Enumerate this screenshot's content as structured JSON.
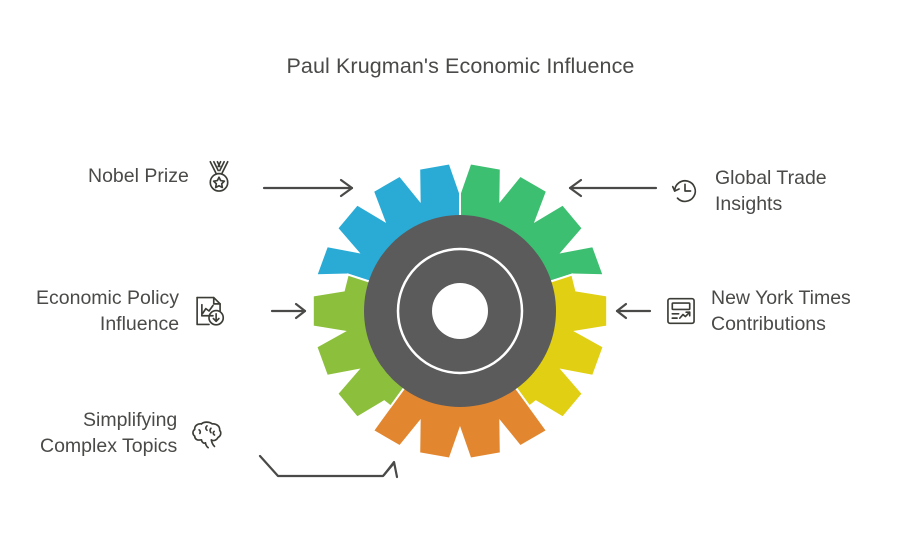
{
  "title": "Paul Krugman's Economic Influence",
  "theme": {
    "background": "#ffffff",
    "text_color": "#4a4a48",
    "arrow_color": "#4a4a48",
    "icon_color": "#3d3d37",
    "hub_color": "#5b5b5b",
    "hub_ring_color": "#ffffff",
    "hub_hole_color": "#ffffff"
  },
  "gear": {
    "type": "segmented-gear",
    "segments": [
      {
        "id": "blue",
        "color": "#29abd6",
        "label_ref": "Nobel Prize",
        "position": "top-left"
      },
      {
        "id": "green",
        "color": "#3cbf70",
        "label_ref": "Global Trade Insights",
        "position": "top-right"
      },
      {
        "id": "yellow",
        "color": "#e0cf12",
        "label_ref": "New York Times Contributions",
        "position": "right"
      },
      {
        "id": "orange",
        "color": "#e28730",
        "label_ref": "Simplifying Complex Topics",
        "position": "bottom"
      },
      {
        "id": "light-green",
        "color": "#8cc03c",
        "label_ref": "Economic Policy Influence",
        "position": "left"
      }
    ],
    "teeth_count": 18
  },
  "labels": {
    "nobel": {
      "text": "Nobel Prize",
      "icon": "medal-icon",
      "side": "left",
      "arrow": "arrow-right"
    },
    "policy": {
      "text": "Economic Policy\nInfluence",
      "icon": "document-chart-download-icon",
      "side": "left",
      "arrow": "arrow-right-short"
    },
    "simplify": {
      "text": "Simplifying\nComplex Topics",
      "icon": "brain-icon",
      "side": "left",
      "arrow": "arrow-elbow-up"
    },
    "trade": {
      "text": "Global Trade\nInsights",
      "icon": "clock-history-icon",
      "side": "right",
      "arrow": "arrow-left"
    },
    "nyt": {
      "text": "New York Times\nContributions",
      "icon": "report-chart-icon",
      "side": "right",
      "arrow": "arrow-left-short"
    }
  }
}
